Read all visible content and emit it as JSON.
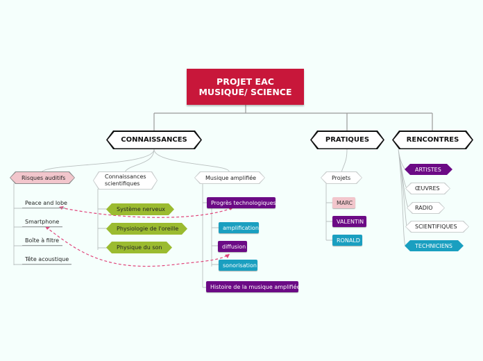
{
  "root": {
    "line1": "PROJET EAC",
    "line2": "MUSIQUE/ SCIENCE"
  },
  "colors": {
    "root": "#c8173a",
    "purple": "#6b0a85",
    "teal": "#1a9fc0",
    "olive": "#9bbb30",
    "pink": "#f2c6cc",
    "link": "#e0447a"
  },
  "branches": {
    "connaissances": {
      "label": "CONNAISSANCES",
      "risques": {
        "label": "Risques auditifs",
        "items": [
          "Peace and lobe",
          "Smartphone",
          "Boîte à filtre",
          "Tête acoustique"
        ]
      },
      "scientifiques": {
        "label": "Connaissances scientifiques",
        "items": [
          "Système nerveux",
          "Physiologie de l'oreille",
          "Physique du son"
        ]
      },
      "musique": {
        "label": "Musique amplifiée",
        "progres": "Progrès technologiques",
        "subitems": [
          "amplification",
          "diffusion",
          "sonorisation"
        ],
        "histoire": "Histoire de la musique amplifiée"
      }
    },
    "pratiques": {
      "label": "PRATIQUES",
      "projets": {
        "label": "Projets",
        "items": [
          "MARC",
          "VALENTIN",
          "RONALD"
        ]
      }
    },
    "rencontres": {
      "label": "RENCONTRES",
      "items": [
        "ARTISTES",
        "ŒUVRES",
        "RADIO",
        "SCIENTIFIQUES",
        "TECHNICIENS"
      ]
    }
  }
}
